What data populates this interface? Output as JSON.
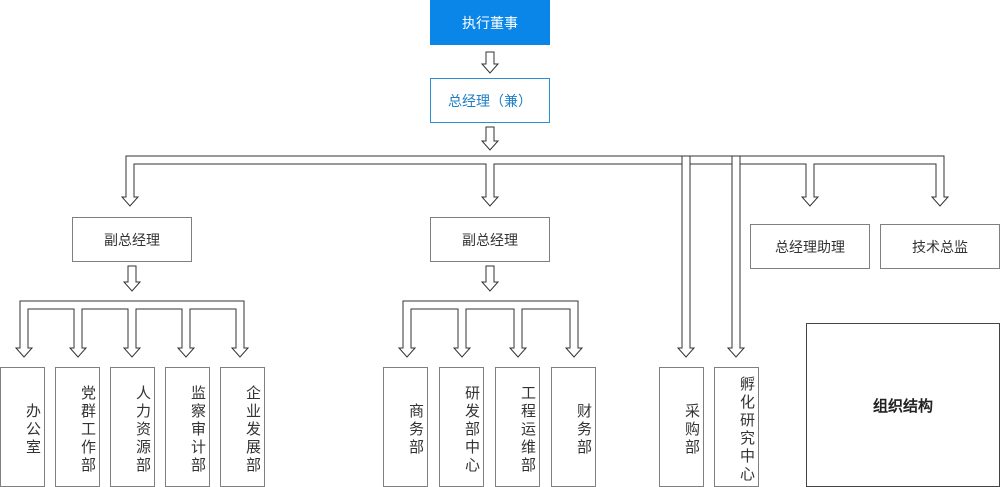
{
  "org": {
    "top": "执行董事",
    "gm": "总经理（兼）",
    "vp_left": "副总经理",
    "vp_mid": "副总经理",
    "gm_assistant": "总经理助理",
    "tech_director": "技术总监",
    "depts_left": [
      "办公室",
      "党群工作部",
      "人力资源部",
      "监察审计部",
      "企业发展部"
    ],
    "depts_mid": [
      "商务部",
      "研发部中心",
      "工程运维部",
      "财务部"
    ],
    "procurement": "采购部",
    "incubation": "孵化研究中心",
    "label": "组织结构"
  },
  "colors": {
    "top_fill": "#0a86e8",
    "gm_border": "#2b8fd4",
    "line": "#333333"
  }
}
